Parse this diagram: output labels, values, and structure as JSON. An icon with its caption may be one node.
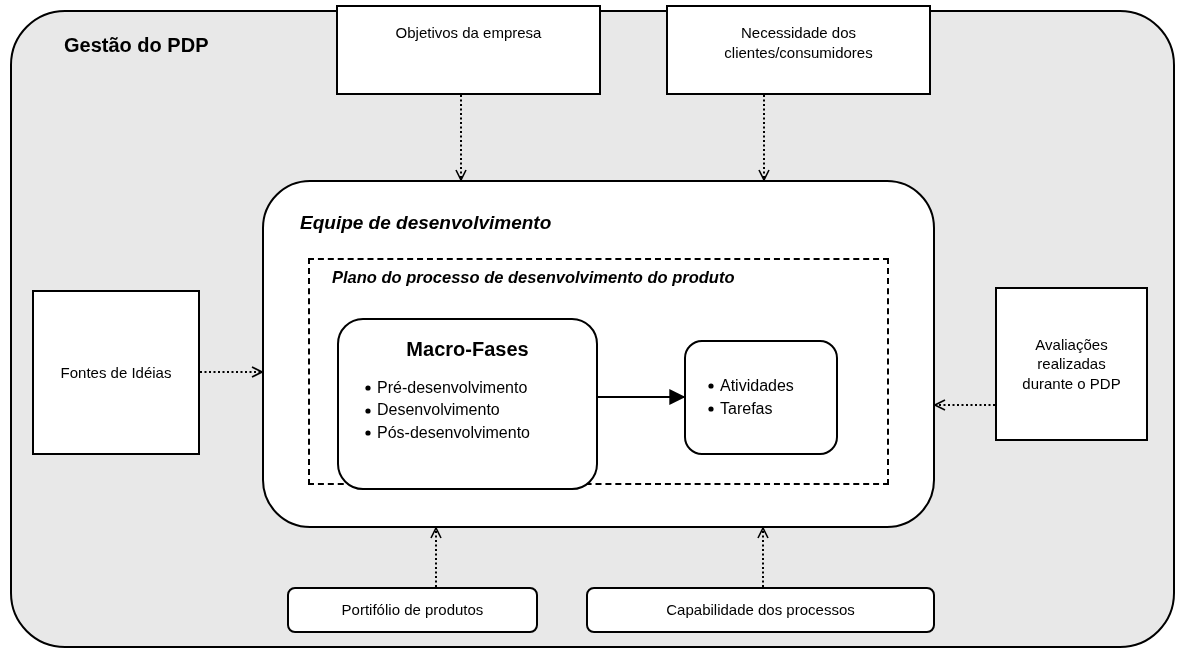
{
  "diagram": {
    "nodes": [
      {
        "text": [
          "Gestão do PDP"
        ]
      },
      {
        "text": [
          "Objetivos da empresa"
        ],
        "in": 0
      },
      {
        "text": [
          "Necessidade dos clientes/consumidores"
        ],
        "in": 0
      },
      {
        "text": [
          "Equipe de desenvolvimento"
        ],
        "in": 0
      },
      {
        "text": [
          "Plano do processo de desenvolvimento do produto"
        ],
        "in": 3
      },
      {
        "text": [
          "Macro-Fases",
          "Pré-desenvolvimento",
          "Desenvolvimento",
          "Pós-desenvolvimento"
        ],
        "in": 4
      },
      {
        "text": [
          "Atividades",
          "Tarefas"
        ],
        "in": 4
      },
      {
        "text": [
          "Fontes de Idéias"
        ],
        "in": 0
      },
      {
        "text": [
          "Avaliações realizadas durante o PDP"
        ],
        "in": 0
      },
      {
        "text": [
          "Portifólio de produtos"
        ],
        "in": 0
      },
      {
        "text": [
          "Capabilidade dos processos"
        ],
        "in": 0
      }
    ],
    "edges": [
      {
        "from": 1,
        "to": 3,
        "arrow": "to",
        "style": "dashed"
      },
      {
        "from": 2,
        "to": 3,
        "arrow": "to",
        "style": "dashed"
      },
      {
        "from": 7,
        "to": 3,
        "arrow": "to",
        "style": "dashed"
      },
      {
        "from": 8,
        "to": 3,
        "arrow": "to",
        "style": "dashed"
      },
      {
        "from": 9,
        "to": 3,
        "arrow": "to",
        "style": "dashed"
      },
      {
        "from": 10,
        "to": 3,
        "arrow": "to",
        "style": "dashed"
      },
      {
        "from": 5,
        "to": 6,
        "arrow": "to"
      }
    ]
  }
}
